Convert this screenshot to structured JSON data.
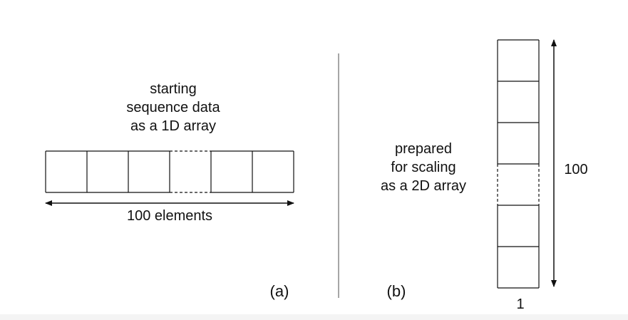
{
  "panel_a": {
    "caption_lines": [
      "starting",
      "sequence data",
      "as a 1D array"
    ],
    "cells": [
      {
        "style": "solid"
      },
      {
        "style": "solid"
      },
      {
        "style": "solid"
      },
      {
        "style": "dashed"
      },
      {
        "style": "solid"
      },
      {
        "style": "solid"
      }
    ],
    "dimension_label": "100 elements",
    "panel_label": "(a)"
  },
  "panel_b": {
    "caption_lines": [
      "prepared",
      "for scaling",
      "as a 2D array"
    ],
    "cells": [
      {
        "style": "solid"
      },
      {
        "style": "solid"
      },
      {
        "style": "solid"
      },
      {
        "style": "dashed"
      },
      {
        "style": "solid"
      },
      {
        "style": "solid"
      }
    ],
    "height_label": "100",
    "width_label": "1",
    "panel_label": "(b)"
  },
  "colors": {
    "stroke": "#111111",
    "divider": "#888888",
    "background": "#ffffff"
  }
}
